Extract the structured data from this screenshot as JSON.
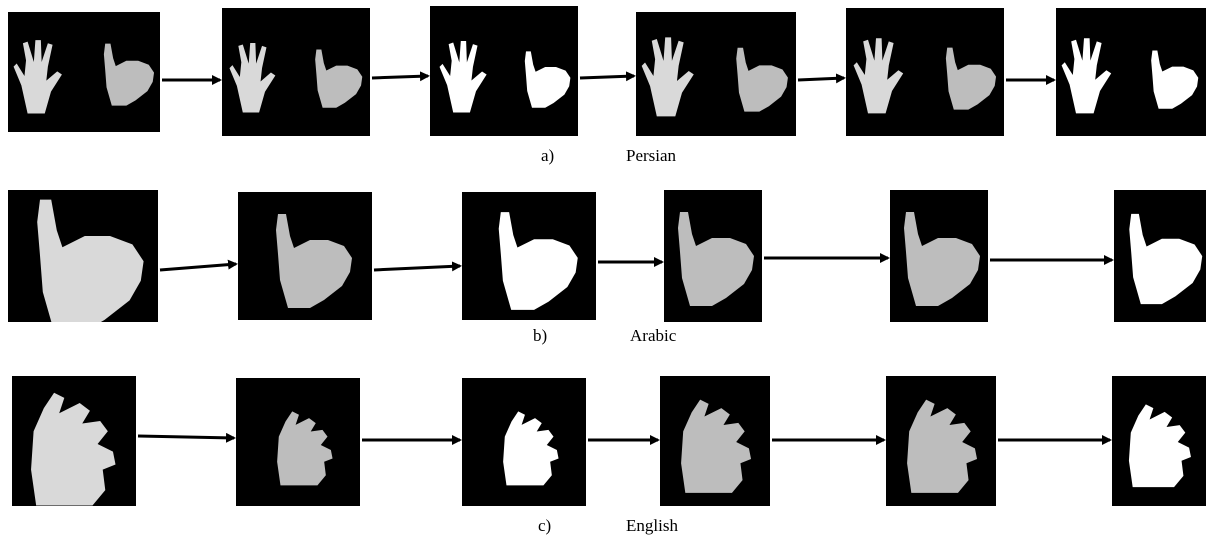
{
  "figure": {
    "rows": [
      {
        "letter": "a)",
        "label": "Persian",
        "panels": [
          {
            "kind": "gray",
            "content": "two-hands-open-and-thumb"
          },
          {
            "kind": "gray",
            "content": "two-hands-open-and-thumb"
          },
          {
            "kind": "binary",
            "content": "two-hands-open-and-thumb"
          },
          {
            "kind": "gray",
            "content": "two-hands-open-and-thumb"
          },
          {
            "kind": "gray",
            "content": "two-hands-open-and-thumb"
          },
          {
            "kind": "binary",
            "content": "two-hands-open-and-thumb"
          }
        ]
      },
      {
        "letter": "b)",
        "label": "Arabic",
        "panels": [
          {
            "kind": "gray",
            "content": "thumb-up-fist"
          },
          {
            "kind": "gray",
            "content": "thumb-up-fist"
          },
          {
            "kind": "binary",
            "content": "thumb-up-fist"
          },
          {
            "kind": "gray",
            "content": "thumb-up-fist"
          },
          {
            "kind": "gray",
            "content": "thumb-up-fist"
          },
          {
            "kind": "binary",
            "content": "thumb-up-fist"
          }
        ]
      },
      {
        "letter": "c)",
        "label": "English",
        "panels": [
          {
            "kind": "gray",
            "content": "curled-hand"
          },
          {
            "kind": "gray",
            "content": "curled-hand"
          },
          {
            "kind": "binary",
            "content": "curled-hand"
          },
          {
            "kind": "gray",
            "content": "curled-hand"
          },
          {
            "kind": "gray",
            "content": "curled-hand"
          },
          {
            "kind": "binary",
            "content": "curled-hand"
          }
        ]
      }
    ],
    "colors": {
      "background": "#000000",
      "hand_gray": "#d9d9d9",
      "hand_binary": "#ffffff",
      "arrow": "#000000"
    }
  }
}
